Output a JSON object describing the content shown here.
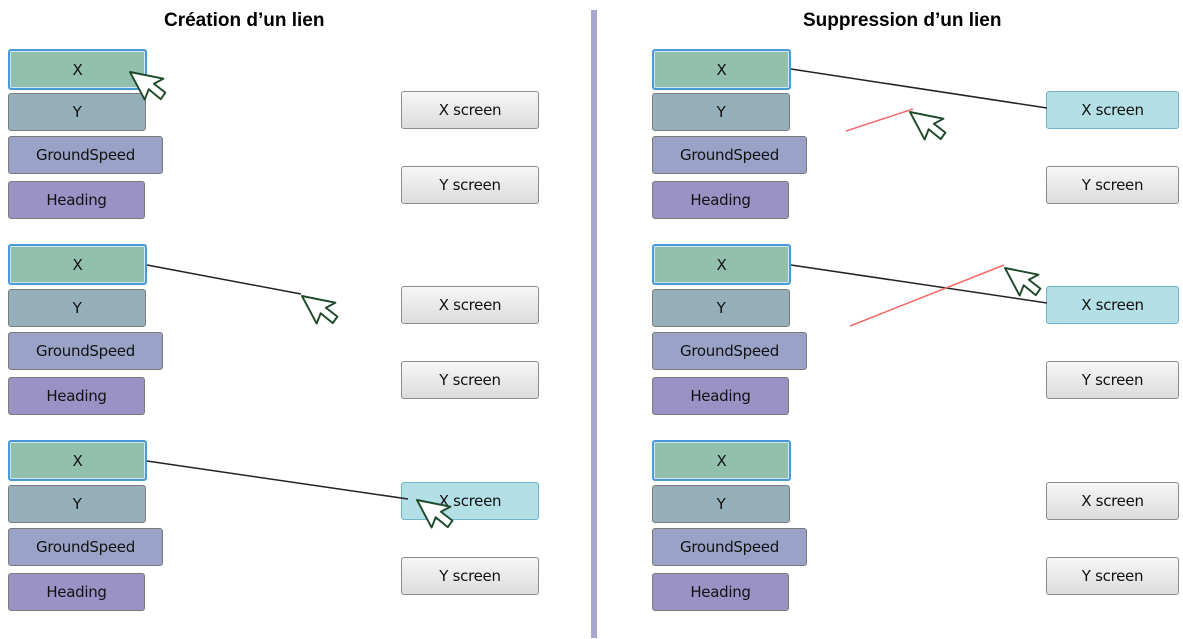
{
  "left_panel": {
    "title": "Création d’un lien"
  },
  "right_panel": {
    "title": "Suppression d’un lien"
  },
  "source_buttons": {
    "x": "X",
    "y": "Y",
    "ground_speed": "GroundSpeed",
    "heading": "Heading"
  },
  "target_buttons": {
    "x_screen": "X screen",
    "y_screen": "Y screen"
  },
  "colors": {
    "x_button": "#93bfae",
    "y_button": "#95b0ba",
    "groundspeed_button": "#9aa3c7",
    "heading_button": "#9a92c5",
    "target_highlight": "#b3e0e7",
    "divider": "#a7a7d0",
    "link_line": "#222222",
    "delete_stroke": "#f06a6a",
    "cursor": "#1f4a2a"
  },
  "icons": {
    "cursor": "mouse-pointer-icon"
  }
}
